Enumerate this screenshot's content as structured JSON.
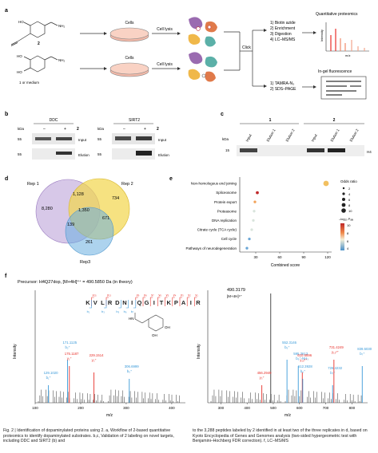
{
  "panels": {
    "a": "a",
    "b": "b",
    "c": "c",
    "d": "d",
    "e": "e",
    "f": "f"
  },
  "panel_a": {
    "compound2_label": "2",
    "compound1_label": "1 or medium",
    "cells_top": "Cells",
    "cells_bottom": "Cells",
    "lysis_top": "Cell lysis",
    "lysis_bottom": "Cell lysis",
    "click": "Click",
    "steps_top": [
      "1) Biotin azide",
      "2) Enrichment",
      "3) Digestion",
      "4) LC–MS/MS"
    ],
    "steps_bottom": [
      "1) TAMRA-N₃",
      "2) SDS–PAGE"
    ],
    "quant_title": "Quantitative proteomics",
    "quant_ylabel": "Intensity",
    "quant_xlabel": "m/z",
    "gel_title": "In-gel fluorescence"
  },
  "panel_b": {
    "ddc_title": "DDC",
    "sirt2_title": "SIRT2",
    "kda": "kDa",
    "minus": "–",
    "plus": "+",
    "two": "2",
    "marker": "55",
    "input": "Input",
    "elution": "Elution"
  },
  "panel_c": {
    "kda": "kDa",
    "group1": "1",
    "group2": "2",
    "lanes": [
      "Input",
      "Elution 1",
      "Elution 2",
      "Input",
      "Elution 1",
      "Elution 2"
    ],
    "marker": "15",
    "protein": "H4"
  },
  "panel_d": {
    "rep1": "Rep 1",
    "rep2": "Rep 2",
    "rep3": "Rep3",
    "regions": {
      "only1": "8,280",
      "only2": "734",
      "only3": "261",
      "r12": "1,128",
      "r13": "139",
      "r23": "671",
      "r123": "1,350"
    },
    "colors": {
      "rep1": "#b79ad6",
      "rep2": "#f2d64b",
      "rep3": "#6aaee0"
    }
  },
  "chart_data": {
    "type": "scatter",
    "categories": [
      "Non-homologous end joining",
      "Spliceosome",
      "Protein export",
      "Proteasome",
      "DNA replication",
      "Citrate cycle (TCA cycle)",
      "Cell cycle",
      "Pathways of neurodegeneration"
    ],
    "x": [
      118,
      32,
      29,
      28,
      27,
      25,
      22,
      19
    ],
    "odds_ratio": [
      10,
      3,
      2,
      2,
      2,
      2,
      2,
      2
    ],
    "neglog_p": [
      9,
      10,
      6,
      5,
      5,
      5,
      4,
      4
    ],
    "xlabel": "Combined score",
    "xticks": [
      30,
      60,
      90,
      120
    ],
    "xlim": [
      10,
      125
    ],
    "size_legend_title": "Odds ratio",
    "size_legend": [
      "2",
      "4",
      "6",
      "8",
      "10"
    ],
    "color_legend_title": "–log₁₀ Pₐₑⱼ",
    "color_legend_ticks": [
      "10",
      "8",
      "6",
      "4"
    ]
  },
  "panel_f": {
    "precursor": "Precursor: H4Q27dop, [M+4H]⁴⁺ = 490.5850 Da (in theory)",
    "sequence": [
      "K",
      "V",
      "L",
      "R",
      "D",
      "N",
      "I",
      "Q",
      "G",
      "I",
      "T",
      "K",
      "P",
      "A",
      "I",
      "R"
    ],
    "y_ions_top": [
      "y₁₅",
      "y₁₃",
      "y₉",
      "y₈",
      "y₇",
      "y₆",
      "y₅",
      "y₄",
      "y₃",
      "y₂",
      "y₁"
    ],
    "b_ions_bottom": [
      "b₁",
      "b₃",
      "b₅",
      "b₆",
      "b₇"
    ],
    "precursor_peak": "490.3179",
    "precursor_charge": "[M+4H]⁴⁺",
    "ylabel": "Intensity",
    "xlabel": "m/z",
    "left_xticks": [
      "100",
      "200",
      "300",
      "400"
    ],
    "right_xticks": [
      "300",
      "400",
      "500",
      "600",
      "700",
      "800"
    ],
    "left_peaks": [
      {
        "mz": "129.1020",
        "ion": "b₁⁺",
        "color": "#3a9ad9"
      },
      {
        "mz": "171.1125",
        "ion": "b₂⁺",
        "color": "#3a9ad9"
      },
      {
        "mz": "175.1187",
        "ion": "y₁⁺",
        "color": "#e8302a"
      },
      {
        "mz": "229.1514",
        "ion": "y₂⁺",
        "color": "#e8302a"
      },
      {
        "mz": "306.6999",
        "ion": "b₅⁺",
        "color": "#3a9ad9"
      }
    ],
    "right_peaks": [
      {
        "mz": "456.2949",
        "ion": "y₃⁺",
        "color": "#e8302a"
      },
      {
        "mz": "552.3146",
        "ion": "b₅⁺",
        "color": "#3a9ad9"
      },
      {
        "mz": "595.3613",
        "ion": "b₅⁺-NH₃",
        "color": "#3a9ad9"
      },
      {
        "mz": "610.6896",
        "ion": "y₁₅³⁺",
        "color": "#e8302a"
      },
      {
        "mz": "612.3928",
        "ion": "b₆⁺",
        "color": "#3a9ad9"
      },
      {
        "mz": "726.4232",
        "ion": "b₇⁺",
        "color": "#3a9ad9"
      },
      {
        "mz": "731.4249",
        "ion": "y₁₃²⁺",
        "color": "#e8302a"
      },
      {
        "mz": "839.5030",
        "ion": "b₇⁺",
        "color": "#3a9ad9"
      }
    ]
  },
  "caption": {
    "col1": "Fig. 2 | Identification of dopaminylated proteins using 2. a, Workflow of 2-based quantitative proteomics to identify dopaminylated substrates. b,c, Validation of 2 labeling on novel targets, including DDC and SIRT2 (b) and",
    "col2": "to the 3,288 peptides labeled by 2 identified in at least two of the three replicates in d, based on Kyoto Encyclopedia of Genes and Genomes analysis (two-sided hypergeometric test with Benjamini–Hochberg FDR correction). f, LC–MS/MS"
  }
}
